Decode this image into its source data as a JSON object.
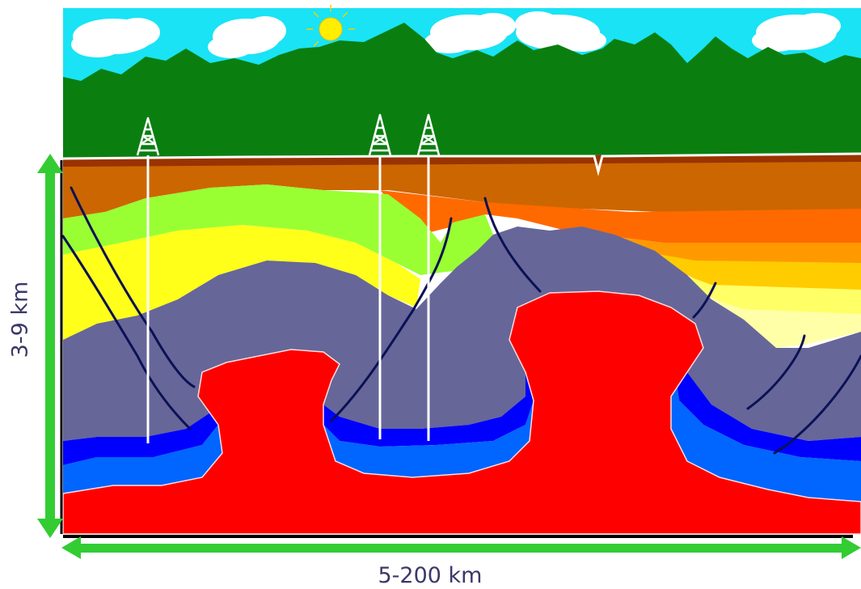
{
  "axes": {
    "vertical_label": "3-9 km",
    "horizontal_label": "5-200 km"
  },
  "scene": {
    "elements": [
      "sun-icon",
      "cloud-icon",
      "mountain-range",
      "drilling-rig-icon",
      "sedimentary-layers",
      "salt-diapirs",
      "faults",
      "wells"
    ],
    "colors": {
      "sky": "#19e3f5",
      "mountains": "#0a7f10",
      "soil_top": "#993300",
      "layer_brown": "#cc6600",
      "layer_orange": "#ff6a00",
      "layer_lightgreen": "#99ff33",
      "layer_yellow": "#ffff1a",
      "layer_gray": "#666699",
      "layer_darkblue": "#0000ff",
      "layer_blue": "#0066ff",
      "salt": "#ff0000",
      "arrow": "#33cc33",
      "fault": "#0b1155"
    }
  }
}
